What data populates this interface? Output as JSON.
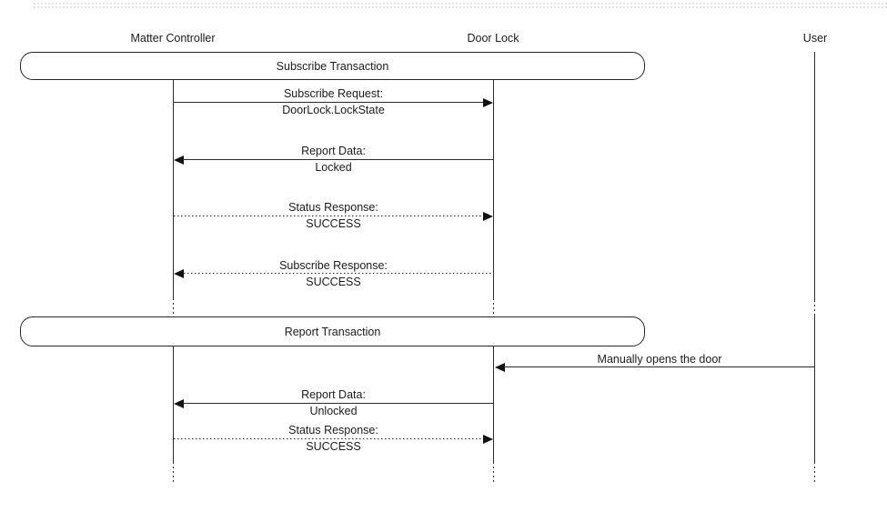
{
  "diagram": {
    "type": "sequence-diagram",
    "colors": {
      "background": "#ffffff",
      "line": "#2b2b2b",
      "text": "#1c1c1c"
    },
    "participants": [
      {
        "id": "matter-controller",
        "label": "Matter Controller"
      },
      {
        "id": "door-lock",
        "label": "Door Lock"
      },
      {
        "id": "user",
        "label": "User"
      }
    ],
    "frames": [
      {
        "id": "subscribe-transaction",
        "label": "Subscribe Transaction"
      },
      {
        "id": "report-transaction",
        "label": "Report Transaction"
      }
    ],
    "messages": [
      {
        "from": "Matter Controller",
        "to": "Door Lock",
        "style": "solid",
        "line1": "Subscribe Request:",
        "line2": "DoorLock.LockState"
      },
      {
        "from": "Door Lock",
        "to": "Matter Controller",
        "style": "solid",
        "line1": "Report Data:",
        "line2": "Locked"
      },
      {
        "from": "Matter Controller",
        "to": "Door Lock",
        "style": "dotted",
        "line1": "Status Response:",
        "line2": "SUCCESS"
      },
      {
        "from": "Door Lock",
        "to": "Matter Controller",
        "style": "dotted",
        "line1": "Subscribe Response:",
        "line2": "SUCCESS"
      },
      {
        "from": "User",
        "to": "Door Lock",
        "style": "solid",
        "line1": "Manually opens the door",
        "line2": ""
      },
      {
        "from": "Door Lock",
        "to": "Matter Controller",
        "style": "solid",
        "line1": "Report Data:",
        "line2": "Unlocked"
      },
      {
        "from": "Matter Controller",
        "to": "Door Lock",
        "style": "dotted",
        "line1": "Status Response:",
        "line2": "SUCCESS"
      }
    ]
  }
}
